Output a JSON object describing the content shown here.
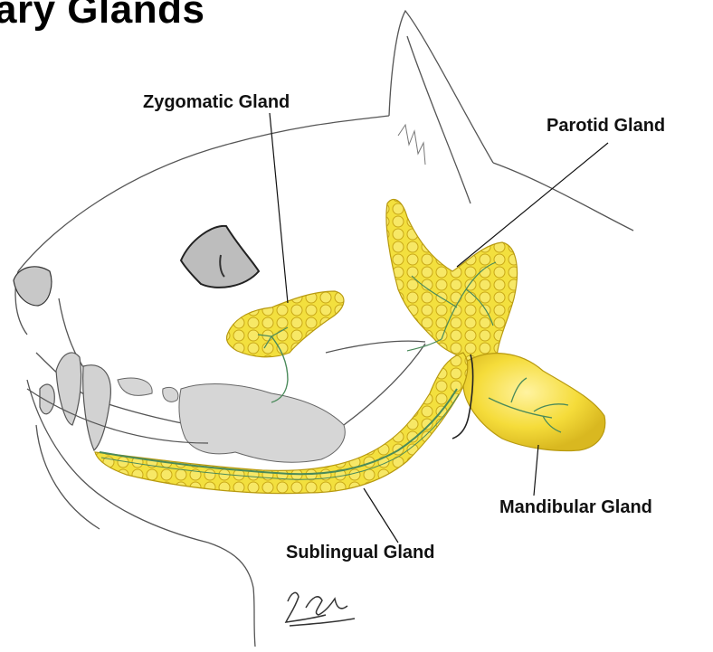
{
  "title": "ary Glands",
  "labels": {
    "zygomatic": "Zygomatic Gland",
    "parotid": "Parotid Gland",
    "mandibular": "Mandibular Gland",
    "sublingual": "Sublingual Gland"
  },
  "colors": {
    "gland_fill": "#f2df3c",
    "gland_stroke": "#b89a10",
    "duct": "#5a9a5a",
    "bone": "#d4d4d4",
    "outline": "#555555"
  }
}
